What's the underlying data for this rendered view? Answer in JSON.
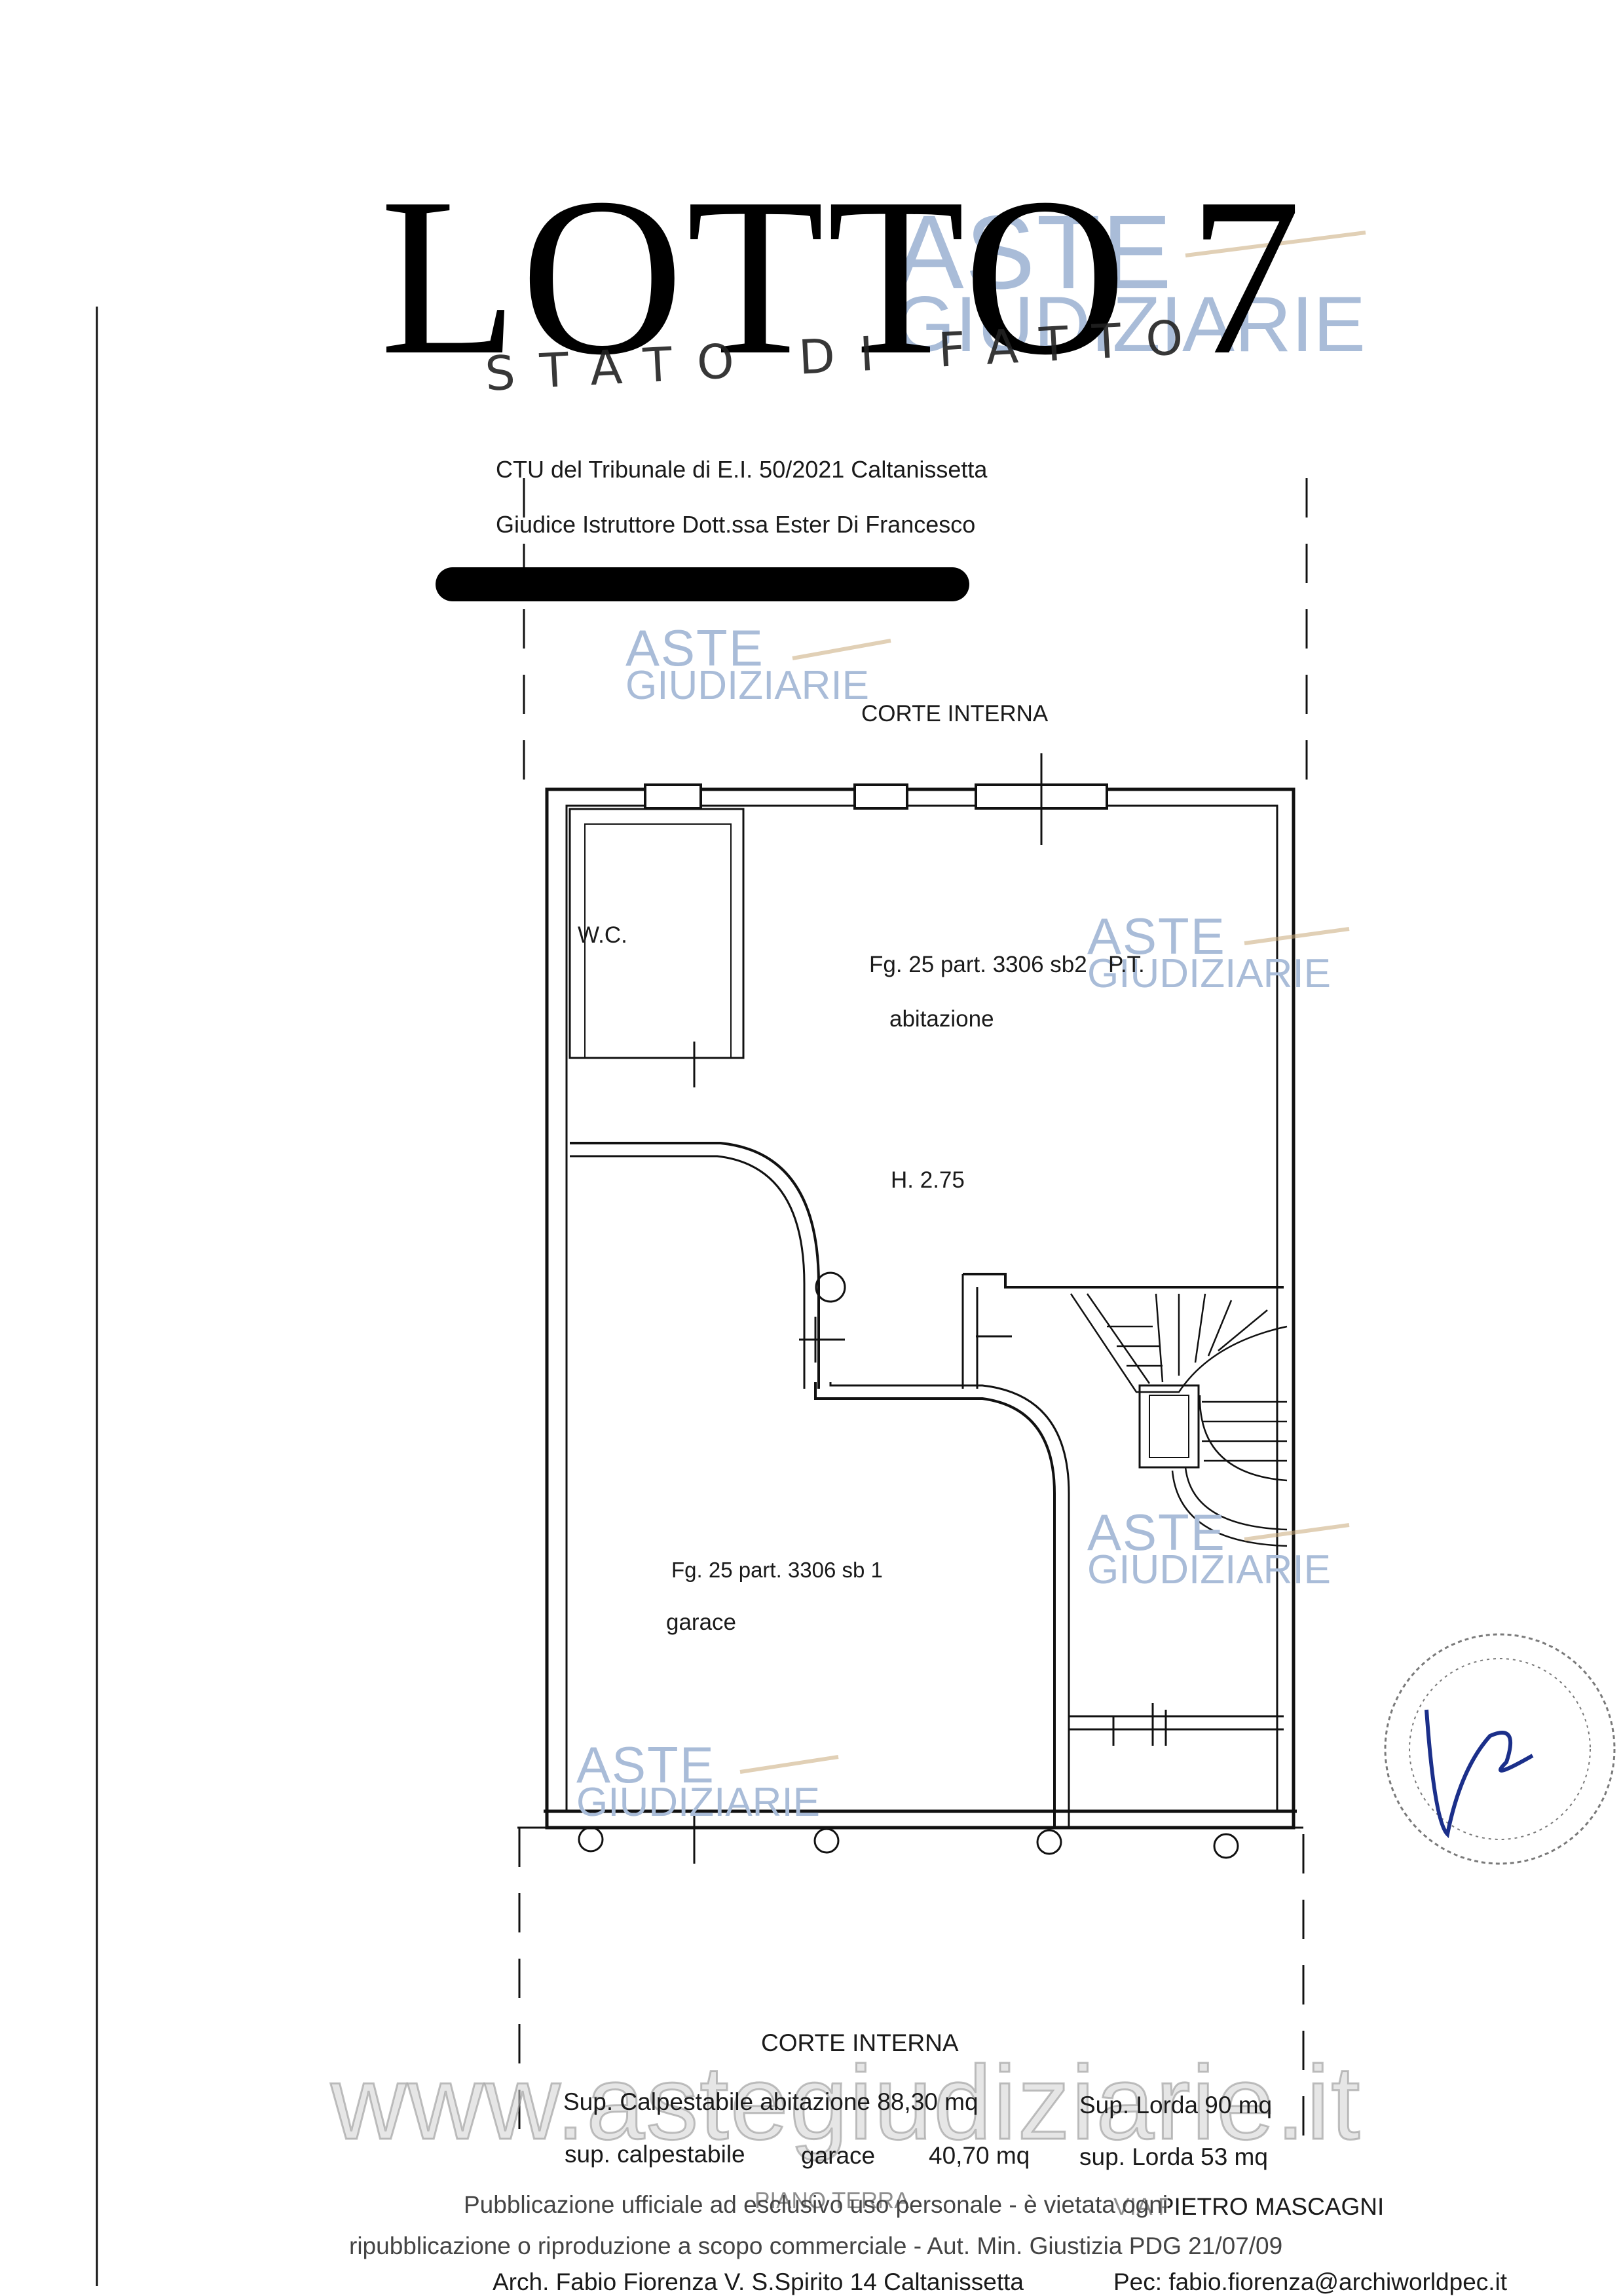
{
  "title": "LOTTO 7",
  "handwritten_note": "STATO DI FATTO",
  "header": {
    "line1": "CTU del Tribunale di E.I. 50/2021 Caltanissetta",
    "line2": "Giudice Istruttore Dott.ssa Ester Di Francesco"
  },
  "watermark": {
    "line1": "ASTE",
    "line2": "GIUDIZIARIE",
    "site": "www.astegiudiziarie.it"
  },
  "plan": {
    "court_top": "CORTE INTERNA",
    "wc": "W.C.",
    "unit2_ref": "Fg. 25 part. 3306 sb2",
    "unit2_floor": "P.T.",
    "unit2_use": "abitazione",
    "height": "H. 2.75",
    "unit1_ref": "Fg. 25 part. 3306 sb  1",
    "unit1_use": "garace",
    "court_bottom": "CORTE INTERNA"
  },
  "surfaces": {
    "row1_left": "Sup. Calpestabile abitazione 88,30 mq",
    "row1_right": "Sup. Lorda 90 mq",
    "row2_a": "sup. calpestabile",
    "row2_b": "garace",
    "row2_c": "40,70 mq",
    "row2_right": "sup. Lorda 53 mq"
  },
  "footer": {
    "floor": "PIANO TERRA",
    "street": "VIA PIETRO MASCAGNI",
    "notice1": "Pubblicazione ufficiale ad esclusivo uso personale - è vietata ogni",
    "notice2": "ripubblicazione o riproduzione a scopo commerciale - Aut. Min. Giustizia PDG 21/07/09",
    "author": "Arch. Fabio Fiorenza V. S.Spirito 14 Caltanissetta",
    "pec": "Pec: fabio.fiorenza@archiworldpec.it"
  }
}
